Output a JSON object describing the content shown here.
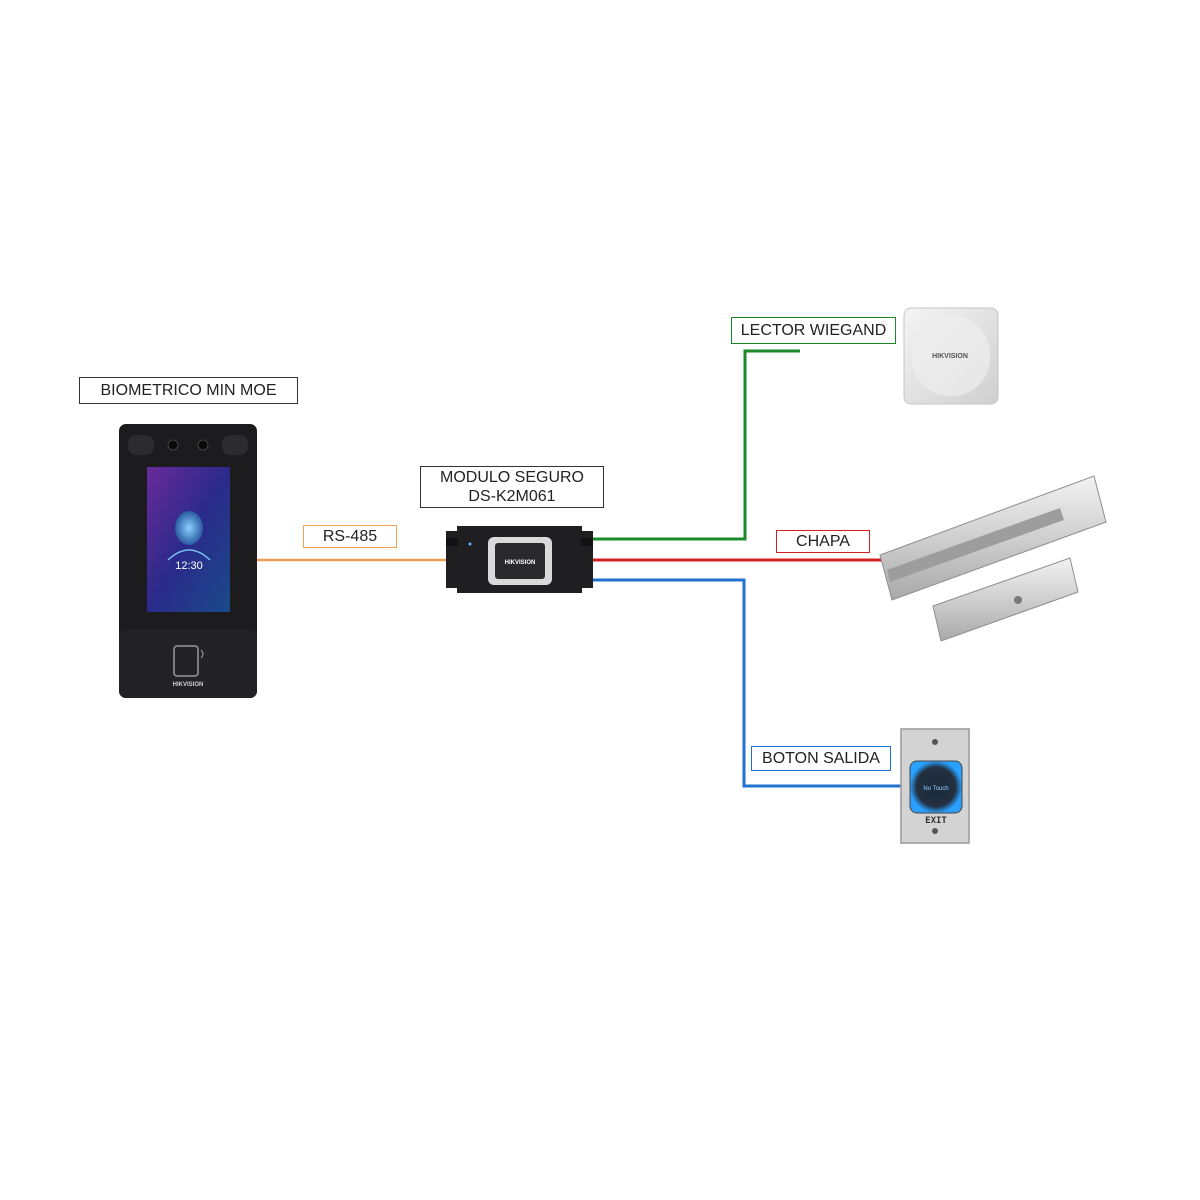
{
  "labels": {
    "biometric": "BIOMETRICO MIN MOE",
    "module_line1": "MODULO SEGURO",
    "module_line2": "DS-K2M061",
    "rs485": "RS-485",
    "reader": "LECTOR WIEGAND",
    "lock": "CHAPA",
    "exit_button": "BOTON SALIDA"
  },
  "devices": {
    "terminal_time": "12:30",
    "terminal_brand": "HIKVISION",
    "module_brand": "HIKVISION",
    "reader_brand": "HIKVISION",
    "button_top_text": "No Touch",
    "button_bottom_text": "EXIT"
  },
  "colors": {
    "rs485_wire": "#f0a050",
    "reader_wire": "#1a8a2a",
    "lock_wire": "#d42020",
    "exit_wire": "#2070d0",
    "label_default_border": "#333333"
  },
  "icons": [
    "face-terminal-icon",
    "secure-module-icon",
    "wiegand-reader-icon",
    "magnetic-lock-icon",
    "exit-button-icon"
  ]
}
